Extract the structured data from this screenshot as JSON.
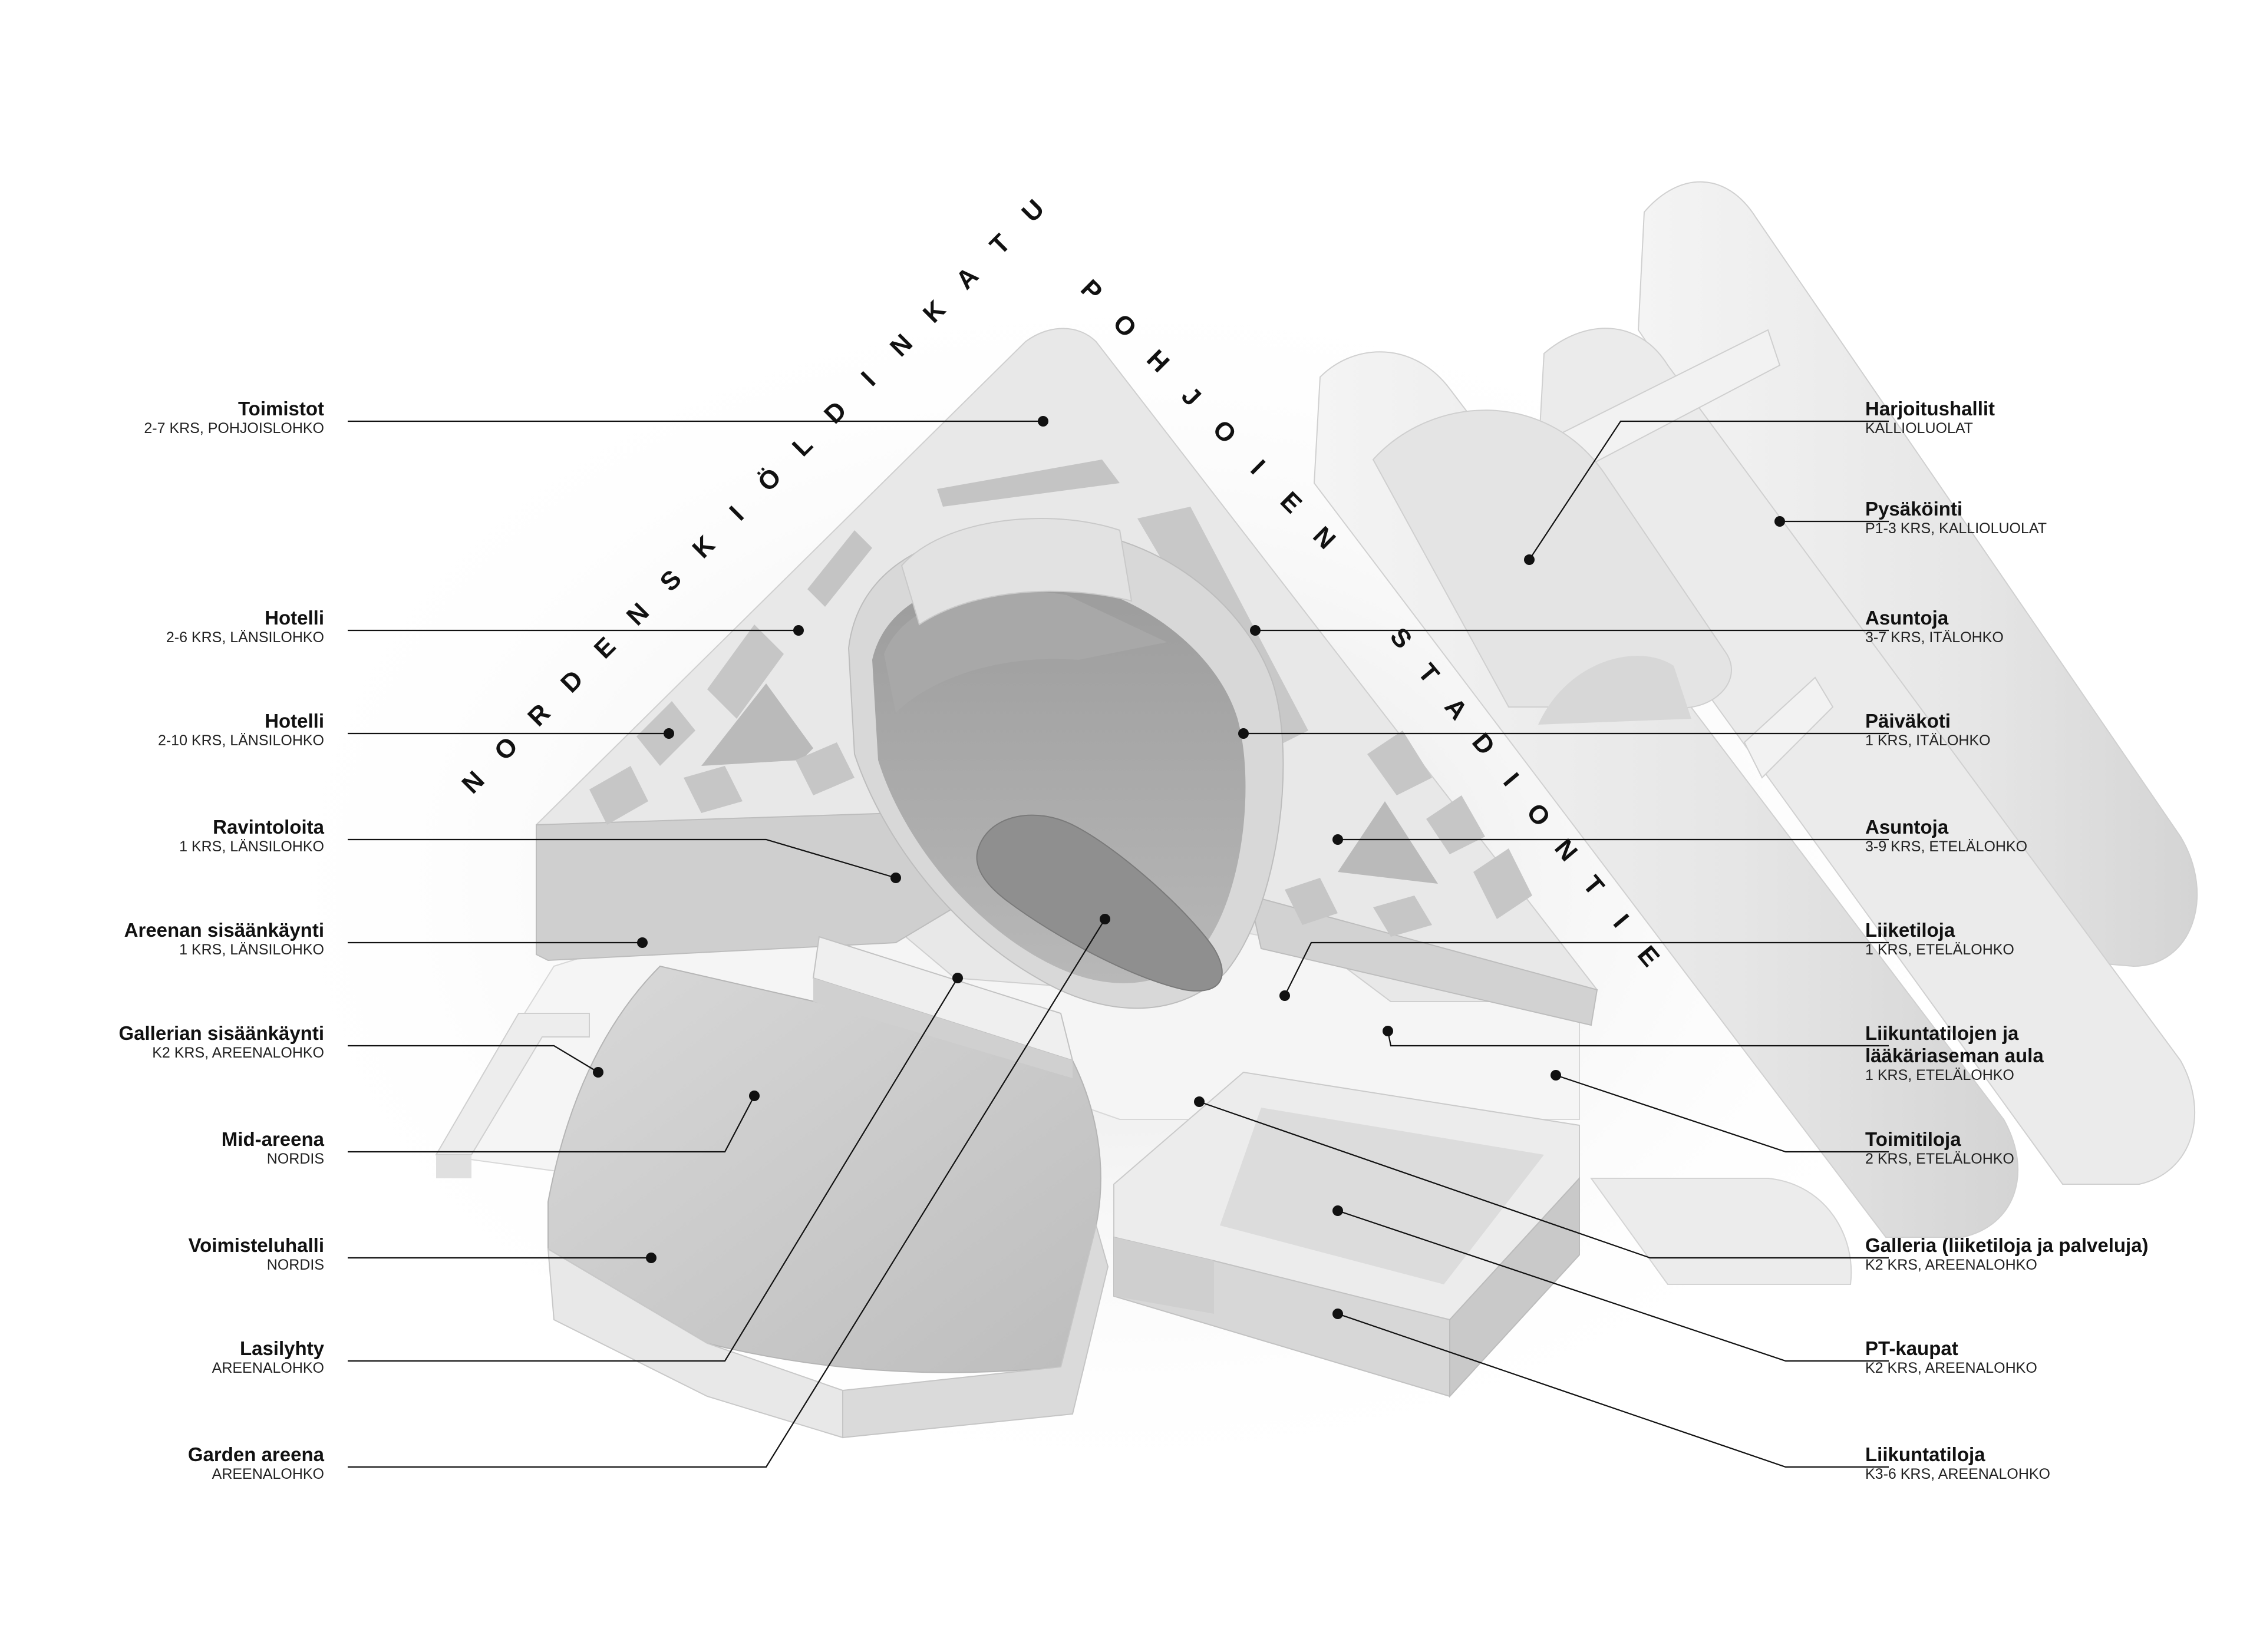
{
  "streets": {
    "west": "NORDENSKIÖLDINKATU",
    "north": "POHJOIEN",
    "east": "STADIONTIE"
  },
  "labels_left": [
    {
      "title": "Toimistot",
      "sub": "2-7 KRS, POHJOISLOHKO"
    },
    {
      "title": "Hotelli",
      "sub": "2-6 KRS, LÄNSILOHKO"
    },
    {
      "title": "Hotelli",
      "sub": "2-10 KRS, LÄNSILOHKO"
    },
    {
      "title": "Ravintoloita",
      "sub": "1 KRS, LÄNSILOHKO"
    },
    {
      "title": "Areenan sisäänkäynti",
      "sub": "1 KRS, LÄNSILOHKO"
    },
    {
      "title": "Gallerian sisäänkäynti",
      "sub": "K2 KRS, AREENALOHKO"
    },
    {
      "title": "Mid-areena",
      "sub": "NORDIS"
    },
    {
      "title": "Voimisteluhalli",
      "sub": "NORDIS"
    },
    {
      "title": "Lasilyhty",
      "sub": "AREENALOHKO"
    },
    {
      "title": "Garden areena",
      "sub": "AREENALOHKO"
    }
  ],
  "labels_right": [
    {
      "title": "Harjoitushallit",
      "sub": "KALLIOLUOLAT"
    },
    {
      "title": "Pysäköinti",
      "sub": "P1-3 KRS, KALLIOLUOLAT"
    },
    {
      "title": "Asuntoja",
      "sub": "3-7 KRS, ITÄLOHKO"
    },
    {
      "title": "Päiväkoti",
      "sub": "1 KRS, ITÄLOHKO"
    },
    {
      "title": "Asuntoja",
      "sub": "3-9 KRS, ETELÄLOHKO"
    },
    {
      "title": "Liiketiloja",
      "sub": "1 KRS, ETELÄLOHKO"
    },
    {
      "title": "Liikuntatilojen ja",
      "title2": "lääkäriaseman aula",
      "sub": "1 KRS, ETELÄLOHKO"
    },
    {
      "title": "Toimitiloja",
      "sub": "2 KRS, ETELÄLOHKO"
    },
    {
      "title": "Galleria (liiketiloja ja palveluja)",
      "sub": "K2 KRS, AREENALOHKO"
    },
    {
      "title": "PT-kaupat",
      "sub": "K2 KRS, AREENALOHKO"
    },
    {
      "title": "Liikuntatiloja",
      "sub": "K3-6 KRS, AREENALOHKO"
    }
  ],
  "colors": {
    "ink": "#111111",
    "massing_light": "#efefef",
    "massing_mid": "#e0e0e0",
    "massing_dark": "#c9c9c9",
    "arena_floor": "#9a9a9a"
  }
}
